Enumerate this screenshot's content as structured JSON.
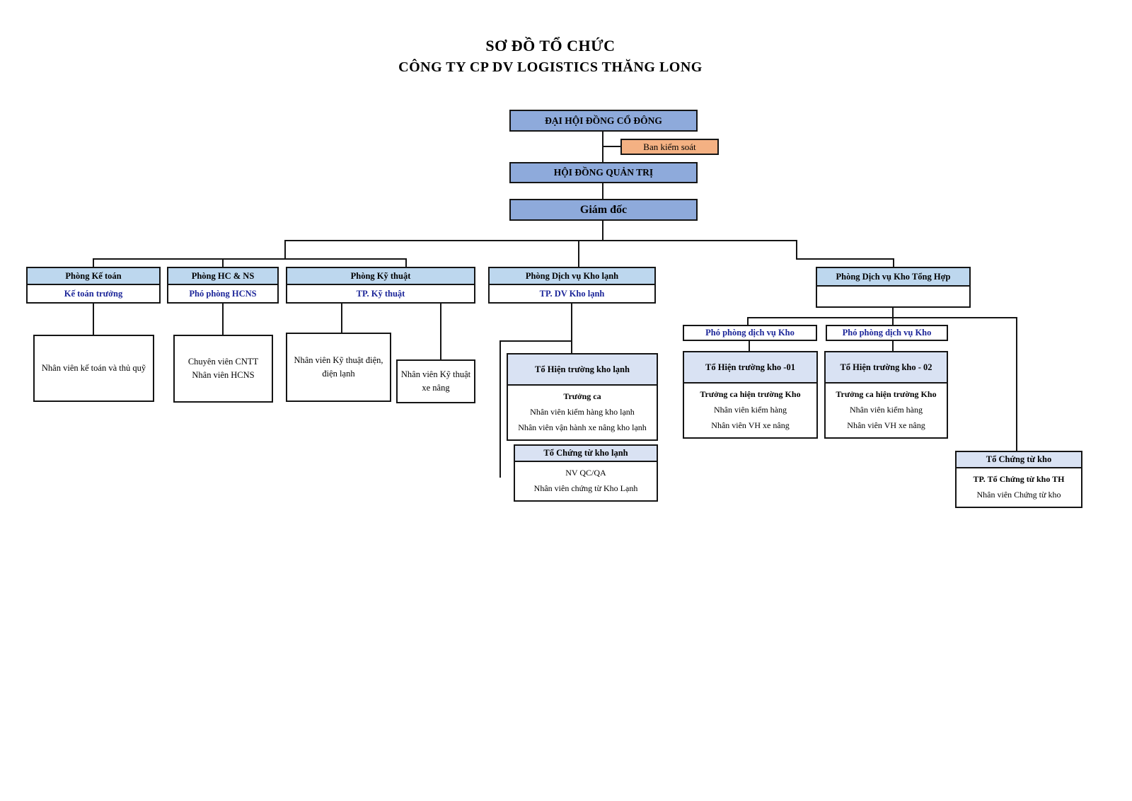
{
  "page": {
    "title_line1": "SƠ ĐỒ TỔ CHỨC",
    "title_line2": "CÔNG TY CP DV LOGISTICS THĂNG LONG"
  },
  "colors": {
    "main_box_blue": "#8EAADB",
    "supervisory_orange": "#F4B183",
    "dept_header_blue": "#BDD7EE",
    "team_header_lavender": "#D9E2F3",
    "role_text_navy": "#1C2699",
    "line_black": "#151515"
  },
  "top_chain": {
    "shareholders_meeting": "ĐẠI HỘI ĐỒNG CỔ ĐÔNG",
    "supervisory_board": "Ban kiểm soát",
    "board_of_management": "HỘI ĐỒNG QUẢN TRỊ",
    "director": "Giám đốc"
  },
  "departments": [
    {
      "title": "Phòng Kế toán",
      "head": "Kế toán trưởng"
    },
    {
      "title": "Phòng HC & NS",
      "head": "Phó phòng HCNS"
    },
    {
      "title": "Phòng Kỹ thuật",
      "head": "TP. Kỹ thuật"
    },
    {
      "title": "Phòng Dịch vụ Kho lạnh",
      "head": "TP. DV Kho lạnh"
    },
    {
      "title": "Phòng Dịch vụ Kho Tổng Hợp",
      "head": ""
    }
  ],
  "staff_boxes": [
    {
      "line1": "Nhân viên kế toán và thủ quỹ",
      "line2": ""
    },
    {
      "line1": "Chuyên viên CNTT",
      "line2": "Nhân viên HCNS"
    },
    {
      "line1": "Nhân viên Kỹ thuật điện,",
      "line2": "điện lạnh"
    },
    {
      "line1": "Nhân viên Kỹ thuật",
      "line2": "xe nâng"
    }
  ],
  "deputies": [
    {
      "label": "Phó phòng dịch vụ Kho"
    },
    {
      "label": "Phó phòng dịch vụ Kho"
    }
  ],
  "teams": [
    {
      "title": "Tổ Hiện trường kho lạnh",
      "members": [
        {
          "text": "Trưởng ca",
          "bold": true
        },
        {
          "text": "Nhân viên kiểm hàng kho lạnh",
          "bold": false
        },
        {
          "text": "Nhân viên vận hành xe nâng kho lạnh",
          "bold": false
        }
      ]
    },
    {
      "title": "Tổ Chứng từ kho lạnh",
      "members": [
        {
          "text": "NV QC/QA",
          "bold": false
        },
        {
          "text": "Nhân viên chứng từ Kho Lạnh",
          "bold": false
        }
      ]
    },
    {
      "title": "Tổ Hiện trường kho -01",
      "members": [
        {
          "text": "Trưởng ca hiện trường Kho",
          "bold": true
        },
        {
          "text": "Nhân viên kiểm hàng",
          "bold": false
        },
        {
          "text": "Nhân viên VH xe nâng",
          "bold": false
        }
      ]
    },
    {
      "title": "Tổ Hiện trường kho - 02",
      "members": [
        {
          "text": "Trưởng ca hiện trường Kho",
          "bold": true
        },
        {
          "text": "Nhân viên kiểm hàng",
          "bold": false
        },
        {
          "text": "Nhân viên VH xe nâng",
          "bold": false
        }
      ]
    },
    {
      "title": "Tổ Chứng từ kho",
      "members": [
        {
          "text": "TP. Tổ Chứng từ kho TH",
          "bold": true
        },
        {
          "text": "Nhân viên Chứng từ kho",
          "bold": false
        }
      ]
    }
  ]
}
